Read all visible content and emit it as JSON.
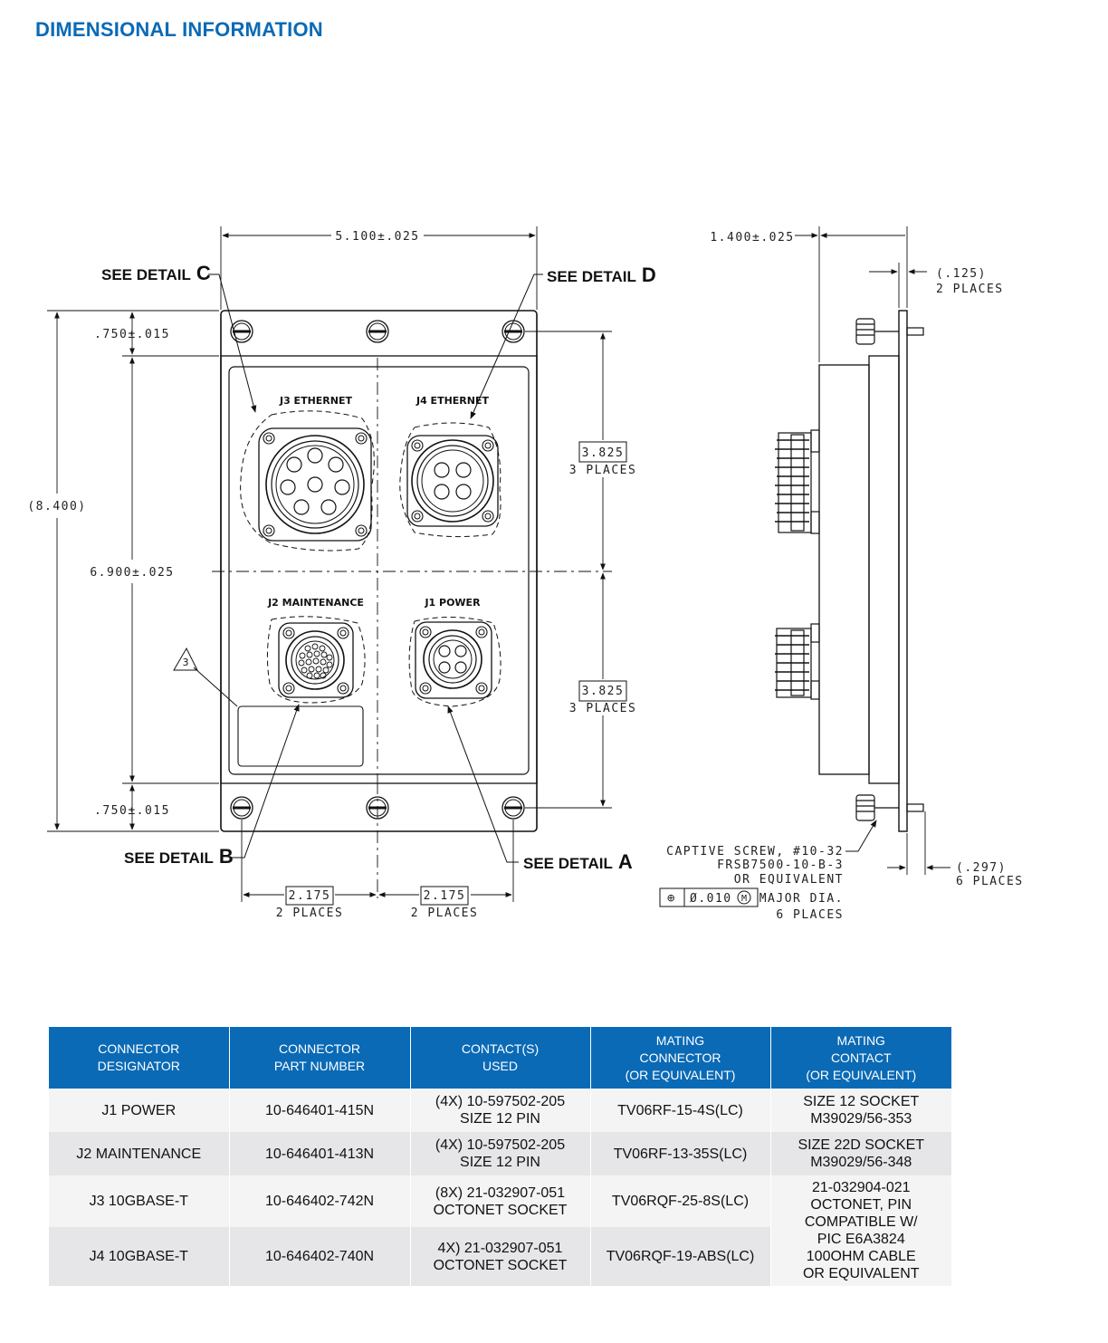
{
  "heading": "DIMENSIONAL INFORMATION",
  "drawing": {
    "front_view": {
      "dims": {
        "width": "5.100±.025",
        "height_overall": "(8.400)",
        "height_inner": "6.900±.025",
        "edge_top": ".750±.015",
        "edge_bottom": ".750±.015",
        "pitch_upper": "3.825",
        "pitch_upper_places": "3 PLACES",
        "pitch_lower": "3.825",
        "pitch_lower_places": "3 PLACES",
        "horiz_left": "2.175",
        "horiz_left_places": "2 PLACES",
        "horiz_right": "2.175",
        "horiz_right_places": "2 PLACES"
      },
      "connector_labels": {
        "j3": "J3 ETHERNET",
        "j4": "J4 ETHERNET",
        "j2": "J2 MAINTENANCE",
        "j1": "J1 POWER"
      },
      "details": {
        "c_prefix": "SEE DETAIL",
        "c_letter": "C",
        "d_prefix": "SEE DETAIL",
        "d_letter": "D",
        "b_prefix": "SEE DETAIL",
        "b_letter": "B",
        "a_prefix": "SEE DETAIL",
        "a_letter": "A"
      },
      "note_callout": "3"
    },
    "side_view": {
      "dims": {
        "depth": "1.400±.025",
        "flange": "(.125)",
        "flange_places": "2 PLACES",
        "screw_ext": "(.297)",
        "screw_ext_places": "6 PLACES"
      },
      "captive_note": [
        "CAPTIVE SCREW, #10-32",
        "FRSB7500-10-B-3",
        "OR EQUIVALENT"
      ],
      "tolerance_frame": {
        "symbol": "⊕",
        "value": "Ø.010",
        "modifier": "M"
      },
      "major_note": [
        "MAJOR DIA.",
        "6 PLACES"
      ]
    }
  },
  "table": {
    "headers": [
      [
        "CONNECTOR",
        "DESIGNATOR"
      ],
      [
        "CONNECTOR",
        "PART NUMBER"
      ],
      [
        "CONTACT(S)",
        "USED"
      ],
      [
        "MATING",
        "CONNECTOR",
        "(OR EQUIVALENT)"
      ],
      [
        "MATING",
        "CONTACT",
        "(OR EQUIVALENT)"
      ]
    ],
    "rows": [
      {
        "designator": "J1 POWER",
        "part": "10-646401-415N",
        "contacts": [
          "(4X) 10-597502-205",
          "SIZE 12 PIN"
        ],
        "mating_connector": "TV06RF-15-4S(LC)",
        "mating_contact": [
          "SIZE 12 SOCKET",
          "M39029/56-353"
        ]
      },
      {
        "designator": "J2 MAINTENANCE",
        "part": "10-646401-413N",
        "contacts": [
          "(4X) 10-597502-205",
          "SIZE 12 PIN"
        ],
        "mating_connector": "TV06RF-13-35S(LC)",
        "mating_contact": [
          "SIZE 22D SOCKET",
          "M39029/56-348"
        ]
      },
      {
        "designator": "J3 10GBASE-T",
        "part": "10-646402-742N",
        "contacts": [
          "(8X) 21-032907-051",
          "OCTONET SOCKET"
        ],
        "mating_connector": "TV06RQF-25-8S(LC)"
      },
      {
        "designator": "J4 10GBASE-T",
        "part": "10-646402-740N",
        "contacts": [
          "4X) 21-032907-051",
          "OCTONET SOCKET"
        ],
        "mating_connector": "TV06RQF-19-ABS(LC)"
      }
    ],
    "merged_mating_contact": [
      "21-032904-021",
      "OCTONET, PIN",
      "COMPATIBLE W/",
      "PIC E6A3824",
      "100OHM CABLE",
      "OR EQUIVALENT"
    ]
  }
}
